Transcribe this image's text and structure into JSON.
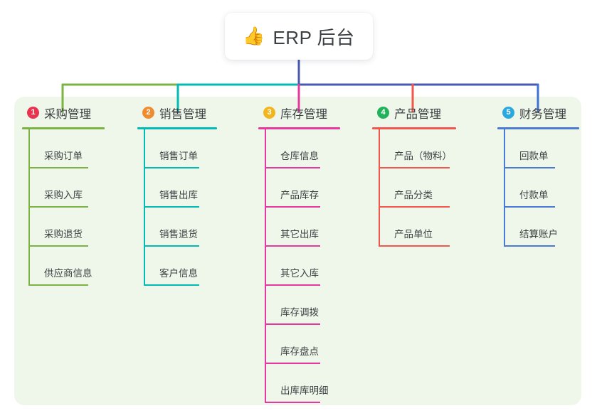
{
  "root": {
    "icon": "thumbs-up-icon",
    "emoji": "👍",
    "title": "ERP 后台"
  },
  "colors": {
    "panel_background": "#eff7ea",
    "page_background": "#ffffff",
    "root_text": "#3c4043",
    "bus_green": "#7cb342",
    "bus_teal": "#00bcb4",
    "bus_blue": "#4a58b5",
    "drop_green": "#7cb342",
    "drop_teal": "#00bcb4",
    "drop_pink": "#e8379f",
    "drop_red": "#f2564c",
    "drop_blue": "#3f72d4",
    "root_stem": "#4a58b5"
  },
  "columns": [
    {
      "number": "1",
      "title": "采购管理",
      "badge_color": "#e8344e",
      "line_color": "#7cb342",
      "items": [
        {
          "label": "采购订单"
        },
        {
          "label": "采购入库"
        },
        {
          "label": "采购退货"
        },
        {
          "label": "供应商信息"
        }
      ]
    },
    {
      "number": "2",
      "title": "销售管理",
      "badge_color": "#f08c2e",
      "line_color": "#00bcb4",
      "items": [
        {
          "label": "销售订单"
        },
        {
          "label": "销售出库"
        },
        {
          "label": "销售退货"
        },
        {
          "label": "客户信息"
        }
      ]
    },
    {
      "number": "3",
      "title": "库存管理",
      "badge_color": "#f2b61c",
      "line_color": "#e8379f",
      "items": [
        {
          "label": "仓库信息"
        },
        {
          "label": "产品库存"
        },
        {
          "label": "其它出库"
        },
        {
          "label": "其它入库"
        },
        {
          "label": "库存调拨"
        },
        {
          "label": "库存盘点"
        },
        {
          "label": "出库库明细"
        }
      ]
    },
    {
      "number": "4",
      "title": "产品管理",
      "badge_color": "#21b25b",
      "line_color": "#f2564c",
      "items": [
        {
          "label": "产品（物料）"
        },
        {
          "label": "产品分类"
        },
        {
          "label": "产品单位"
        }
      ]
    },
    {
      "number": "5",
      "title": "财务管理",
      "badge_color": "#29a9e0",
      "line_color": "#4a7bd4",
      "items": [
        {
          "label": "回款单"
        },
        {
          "label": "付款单"
        },
        {
          "label": "结算账户"
        }
      ]
    }
  ]
}
